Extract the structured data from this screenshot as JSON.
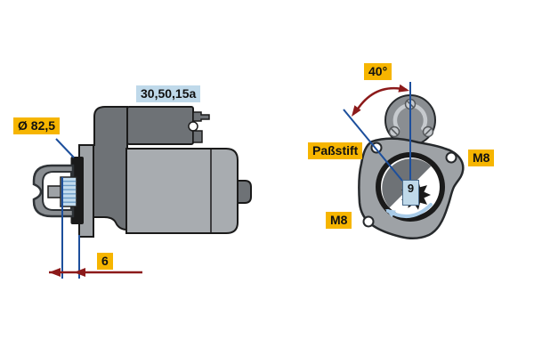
{
  "diagram": {
    "side_view": {
      "diameter_label": "Ø 82,5",
      "terminal_label": "30,50,15a",
      "clearance_label": "6"
    },
    "front_view": {
      "angle_label": "40°",
      "dowel_label": "Paßstift",
      "bolt_label_right": "M8",
      "bolt_label_lower": "M8",
      "pinion_teeth_label": "9"
    },
    "colors": {
      "label_yellow": "#F6B500",
      "label_blue": "#BFD9EA",
      "line_blue": "#1D4F9C",
      "arrow_red": "#8C1A1A",
      "rotation_arrow_blue": "#A8CBE8",
      "motor_body_gray": "#A8ACB0",
      "dark_gray": "#6E7276",
      "plate_gray": "#9EA2A6",
      "fork_gray": "#8A8E92",
      "endcap_gray": "#8A8E92",
      "screw_gray": "#C6CACE",
      "pinion_blue": "#C2DBEE",
      "pinion_stripe": "#6C9CC6",
      "outline_black": "#1A1A1A",
      "background": "#FFFFFF"
    }
  }
}
